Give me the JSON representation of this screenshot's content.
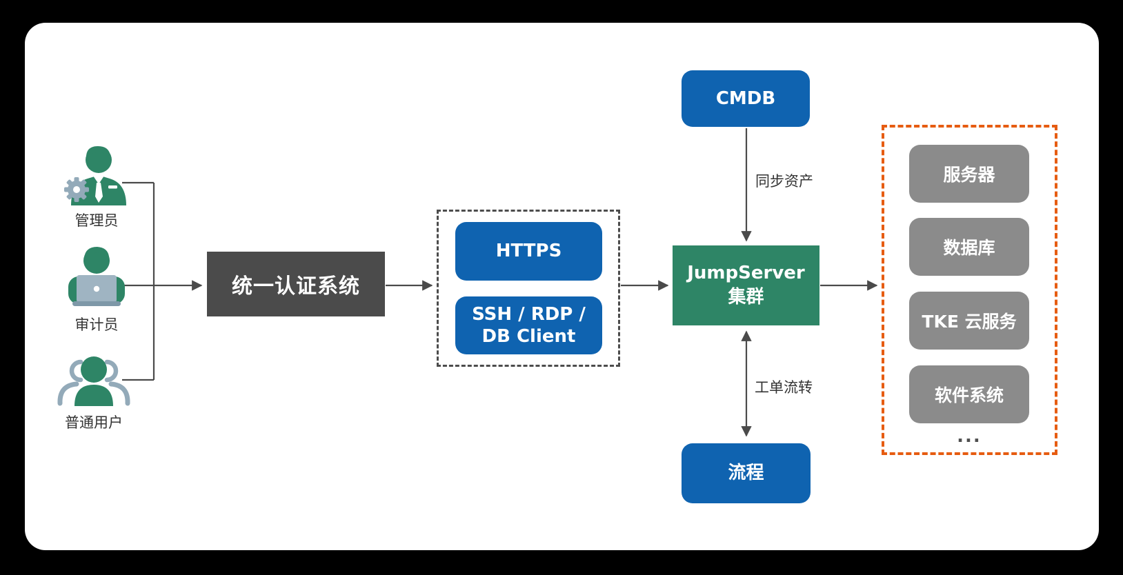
{
  "colors": {
    "blue": "#0f63b0",
    "green": "#2e8566",
    "dark": "#4b4b4b",
    "gray": "#8b8b8b",
    "orange": "#e65c11",
    "steel": "#93aab9",
    "line": "#4a4a4a"
  },
  "users": [
    {
      "label": "管理员",
      "icon": "admin-gear-icon"
    },
    {
      "label": "审计员",
      "icon": "auditor-laptop-icon"
    },
    {
      "label": "普通用户",
      "icon": "users-group-icon"
    }
  ],
  "auth": {
    "label": "统一认证系统"
  },
  "protocols": {
    "https_label": "HTTPS",
    "ssh_line1": "SSH / RDP /",
    "ssh_line2": "DB Client"
  },
  "cmdb": {
    "label": "CMDB"
  },
  "jumpserver": {
    "line1": "JumpServer",
    "line2": "集群"
  },
  "process": {
    "label": "流程"
  },
  "edges": {
    "sync_label": "同步资产",
    "ticket_label": "工单流转"
  },
  "assets": {
    "items": [
      {
        "label": "服务器"
      },
      {
        "label": "数据库"
      },
      {
        "label": "TKE 云服务"
      },
      {
        "label": "软件系统"
      }
    ],
    "ellipsis": "..."
  }
}
